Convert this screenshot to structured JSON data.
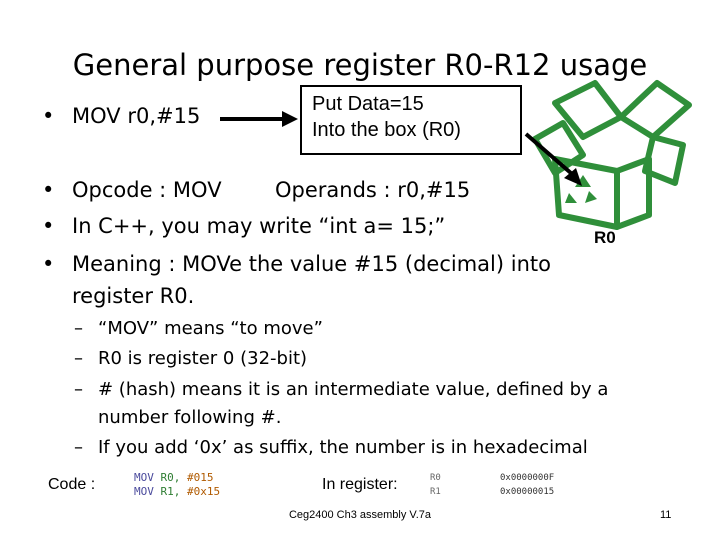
{
  "slide": {
    "title": "General purpose register R0-R12 usage",
    "bullets": [
      "MOV r0,#15",
      "Opcode : MOV        Operands : r0,#15",
      "In C++, you may write “int a= 15;”",
      "Meaning : MOVe the value #15 (decimal) into",
      "register R0."
    ],
    "callout": [
      "Put Data=15",
      "Into the box (R0)"
    ],
    "box_label": "R0",
    "sub_bullets": [
      "“MOV” means “to move”",
      "R0 is register 0 (32-bit)",
      "# (hash) means it is an intermediate value, defined by a",
      "number following #.",
      "If you add  ‘0x’ as suffix, the number is in hexadecimal"
    ],
    "code_label": "Code :",
    "code_lines": [
      {
        "op": "MOV",
        "reg": "R0,",
        "val": "#015"
      },
      {
        "op": "MOV",
        "reg": "R1,",
        "val": "#0x15"
      }
    ],
    "register_label": "In register:",
    "registers": [
      {
        "name": "R0",
        "value": "0x0000000F"
      },
      {
        "name": "R1",
        "value": "0x00000015"
      }
    ],
    "footer": "Ceg2400 Ch3 assembly V.7a",
    "page_number": "11"
  },
  "colors": {
    "box_green": "#2f8f3a",
    "text": "#000000"
  },
  "icons": [
    "right-arrow-icon",
    "recycle-box-icon",
    "diagonal-arrow-icon"
  ]
}
